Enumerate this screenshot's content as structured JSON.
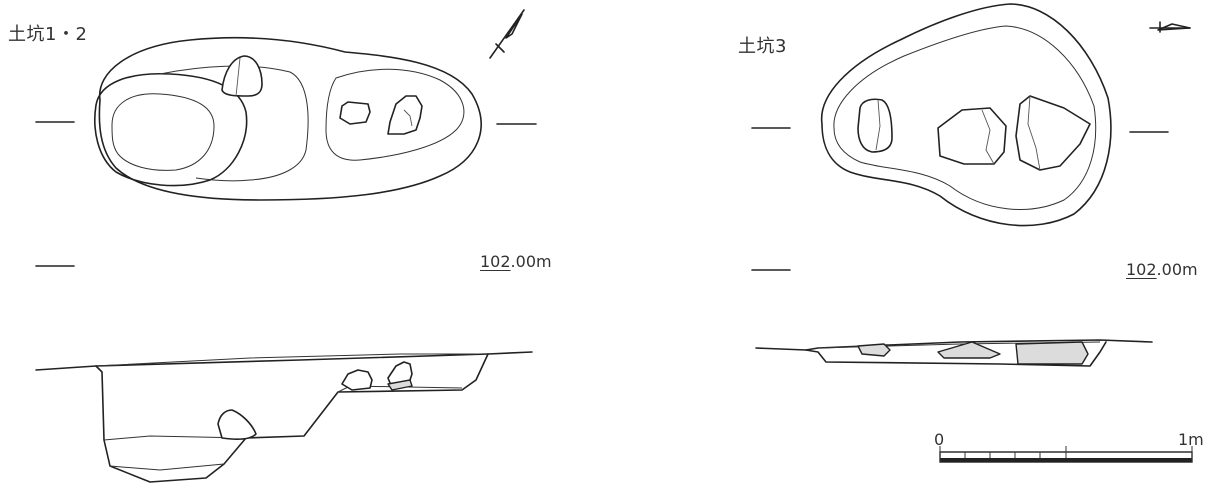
{
  "pits": [
    {
      "label": "土坑1・2",
      "elevation": {
        "main": "102",
        "suffix": ".00m"
      }
    },
    {
      "label": "土坑3",
      "elevation": {
        "main": "102",
        "suffix": ".00m"
      }
    }
  ],
  "scale_bar": {
    "start": "0",
    "end": "1m"
  }
}
